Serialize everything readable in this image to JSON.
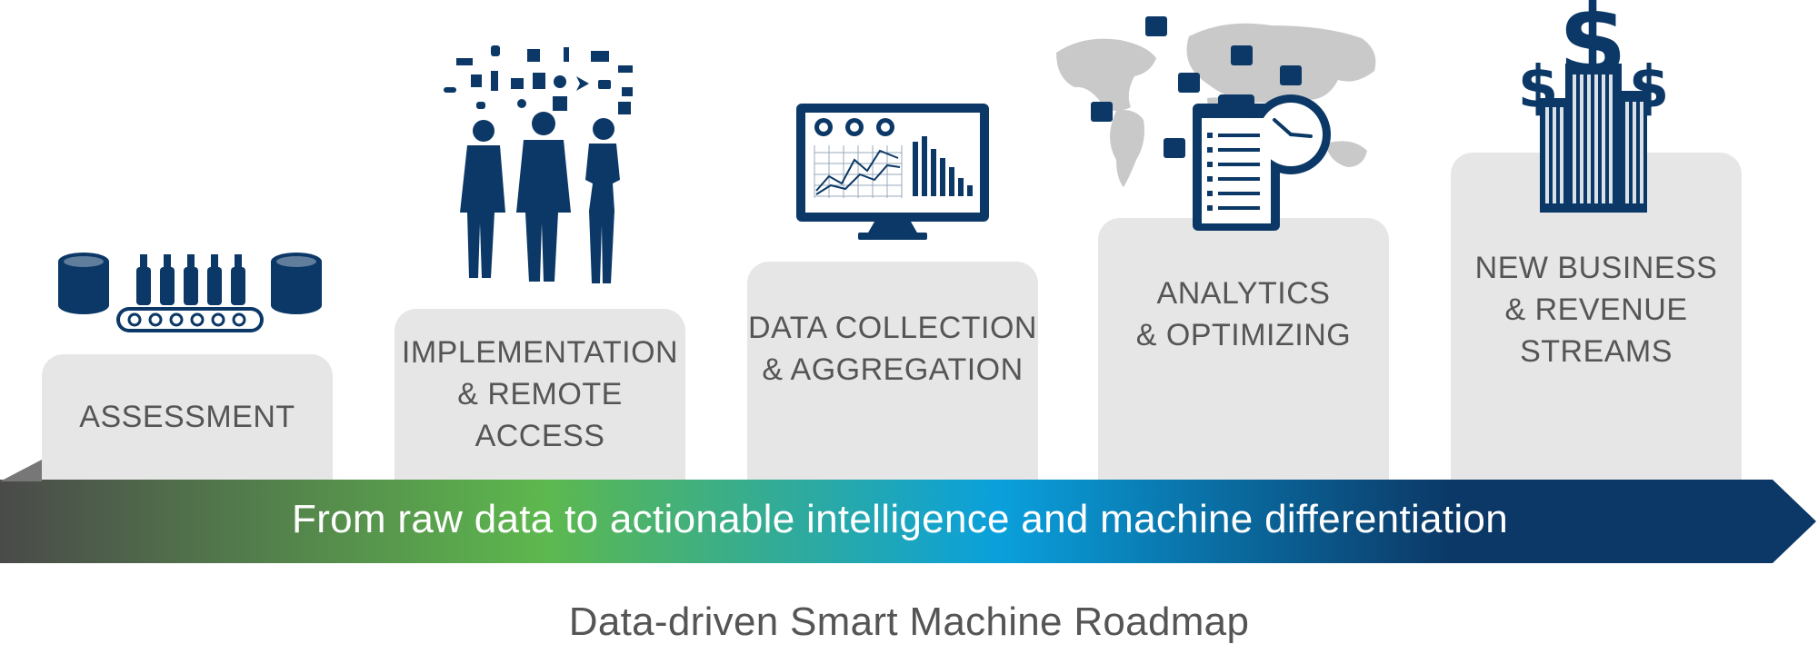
{
  "steps": [
    {
      "label": "ASSESSMENT",
      "icon": "conveyor-bottling-icon"
    },
    {
      "label": "IMPLEMENTATION\n& REMOTE ACCESS",
      "icon": "business-team-icon"
    },
    {
      "label": "DATA COLLECTION\n& AGGREGATION",
      "icon": "monitor-dashboard-icon"
    },
    {
      "label": "ANALYTICS\n& OPTIMIZING",
      "icon": "world-map-clipboard-clock-icon"
    },
    {
      "label": "NEW BUSINESS\n& REVENUE\nSTREAMS",
      "icon": "dollar-buildings-icon"
    }
  ],
  "banner": {
    "text": "From raw data to actionable intelligence and machine differentiation"
  },
  "footer": {
    "title": "Data-driven Smart Machine Roadmap"
  },
  "colors": {
    "navy": "#0b3866",
    "box": "#e6e6e6",
    "label": "#555555",
    "gradient": [
      "#4a4a4a",
      "#5db84e",
      "#0aa0dc",
      "#0b3866"
    ]
  }
}
